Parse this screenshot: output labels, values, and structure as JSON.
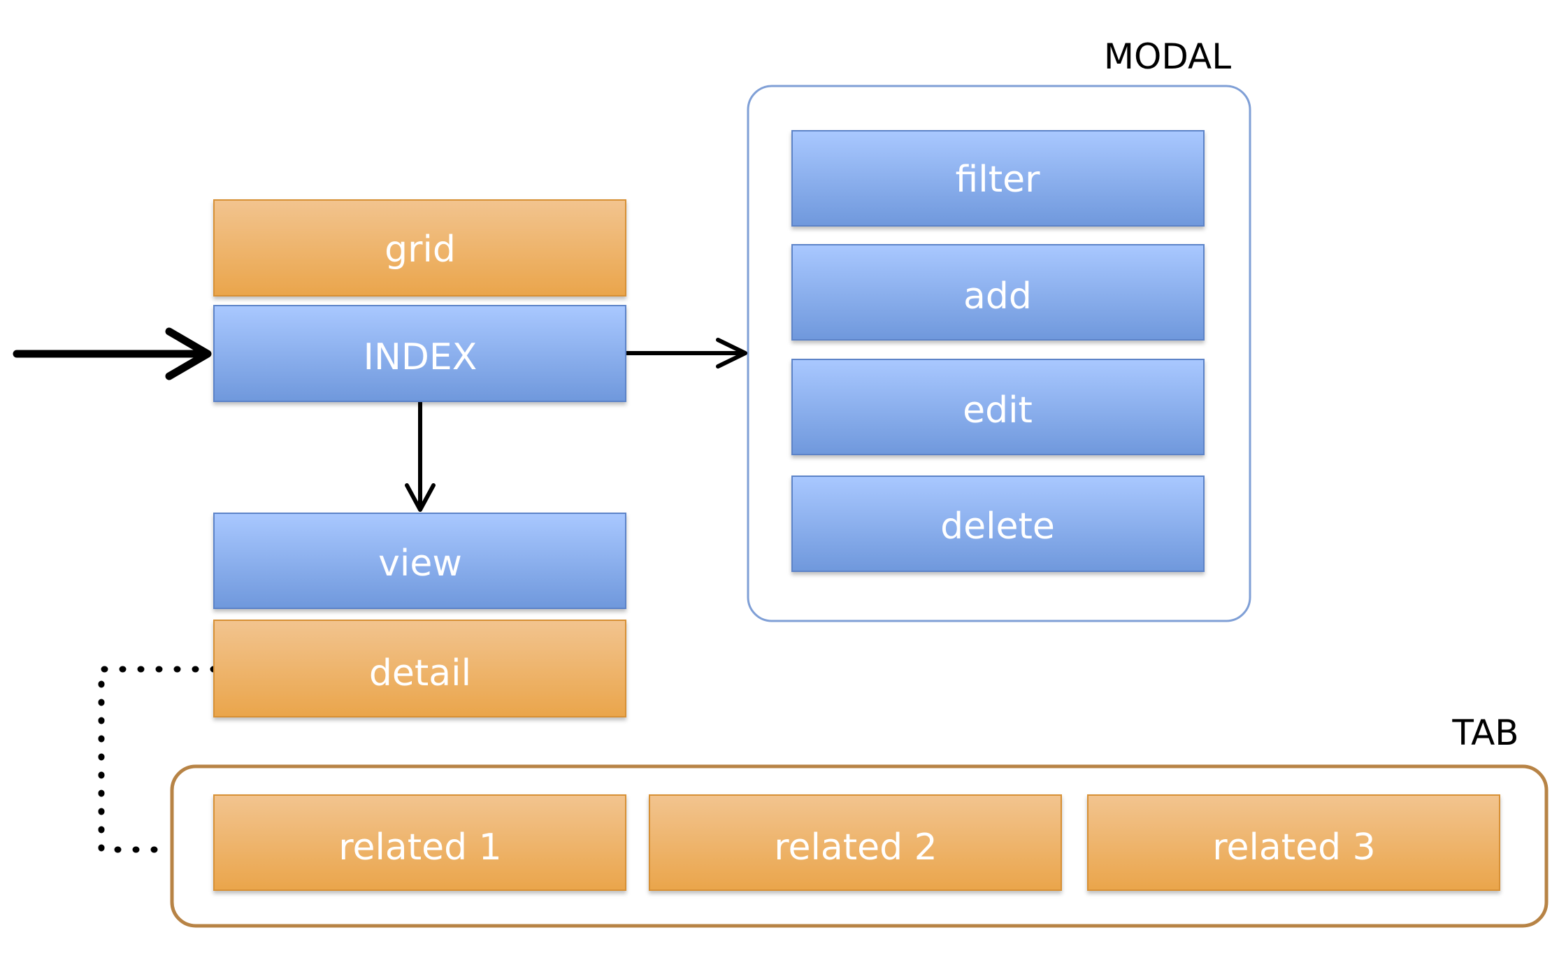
{
  "groups": {
    "modal": {
      "title": "MODAL"
    },
    "tab": {
      "title": "TAB"
    }
  },
  "boxes": {
    "grid": "grid",
    "index": "INDEX",
    "view": "view",
    "detail": "detail",
    "filter": "filter",
    "add": "add",
    "edit": "edit",
    "delete": "delete",
    "related_1": "related 1",
    "related_2": "related 2",
    "related_3": "related 3"
  },
  "colors": {
    "blue_top": "#a9c8ff",
    "blue_bottom": "#6f98dc",
    "blue_border": "#5b83c8",
    "orange_top": "#f2c48f",
    "orange_bottom": "#eaa54b",
    "orange_border": "#d79036",
    "modal_border": "#7f9fd6",
    "tab_border": "#b78345",
    "arrow": "#000000"
  }
}
